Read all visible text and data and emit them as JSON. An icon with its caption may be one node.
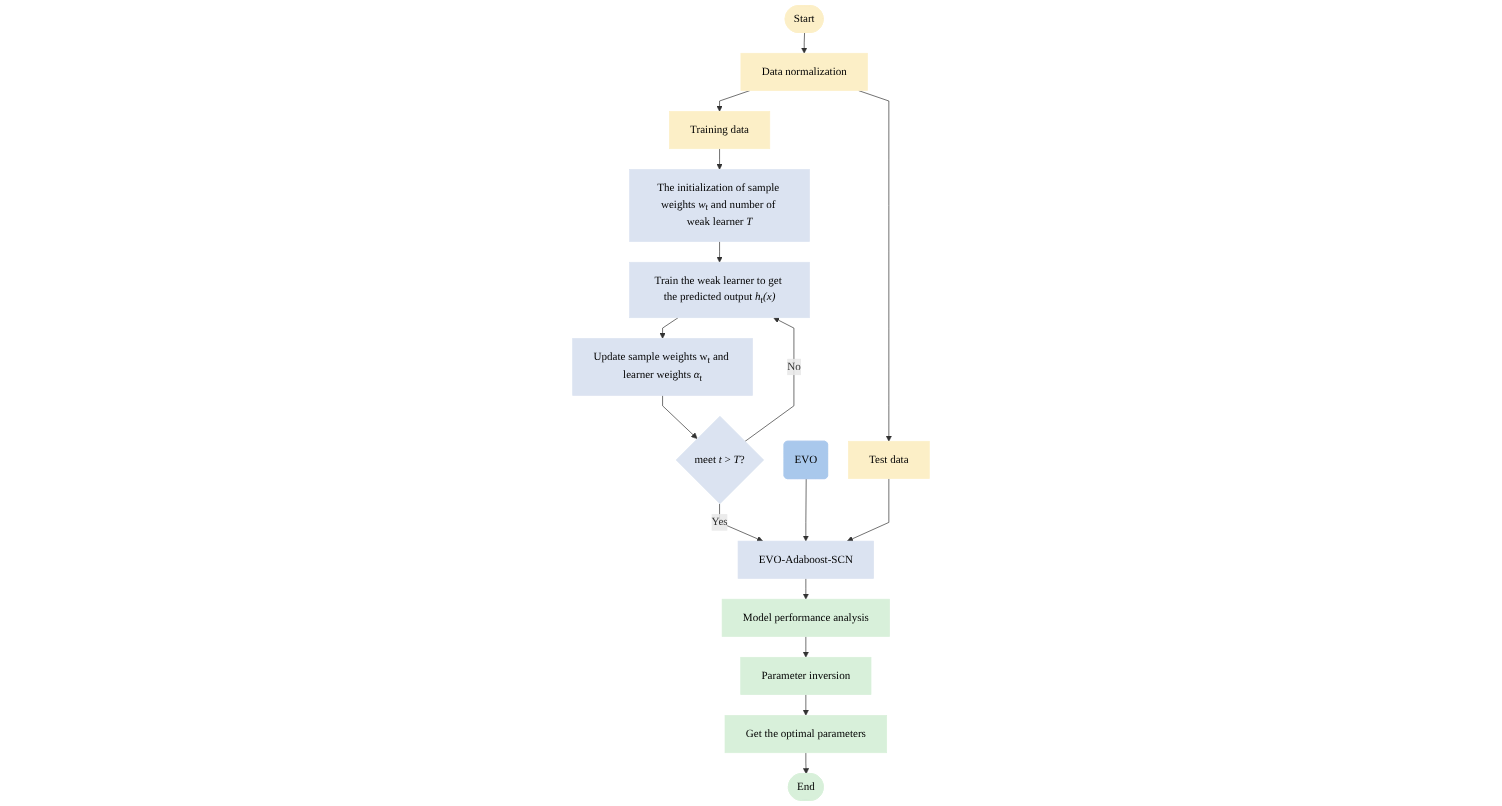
{
  "diagram": {
    "nodes": [
      {
        "text": [
          "Start"
        ]
      },
      {
        "text": [
          "Data normalization"
        ]
      },
      {
        "text": [
          "Test data"
        ]
      },
      {
        "text": [
          "Training data"
        ]
      },
      {
        "text": [
          "The initialization of sample weights *w*$_{t}$ and number of weak learner *T*"
        ]
      },
      {
        "text": [
          "Train the weak learner to get the predicted output *h*$_{t}$*(x)*"
        ]
      },
      {
        "text": [
          "Update sample weights w$_{t}$ and learner weights *α*$_{t}$"
        ]
      },
      {
        "text": [
          "meet *t* > *T*?"
        ]
      },
      {
        "text": [
          "EVO"
        ]
      },
      {
        "text": [
          "EVO-Adaboost-SCN"
        ]
      },
      {
        "text": [
          "Model performance analysis"
        ]
      },
      {
        "text": [
          "Parameter inversion"
        ]
      },
      {
        "text": [
          "Get the optimal parameters"
        ]
      },
      {
        "text": [
          "End"
        ]
      }
    ],
    "edges": [
      {
        "from": 0,
        "to": 1,
        "arrow": "to"
      },
      {
        "from": 1,
        "to": 2,
        "arrow": "to"
      },
      {
        "from": 1,
        "to": 3,
        "arrow": "to"
      },
      {
        "from": 3,
        "to": 4,
        "arrow": "to"
      },
      {
        "from": 4,
        "to": 5,
        "arrow": "to"
      },
      {
        "from": 5,
        "to": 6,
        "arrow": "to"
      },
      {
        "from": 6,
        "to": 7,
        "arrow": "to"
      },
      {
        "from": 7,
        "to": 5,
        "arrow": "to",
        "label": "No"
      },
      {
        "from": 7,
        "to": 9,
        "arrow": "to",
        "label": "Yes"
      },
      {
        "from": 8,
        "to": 9,
        "arrow": "to"
      },
      {
        "from": 2,
        "to": 9,
        "arrow": "to"
      },
      {
        "from": 9,
        "to": 10,
        "arrow": "to"
      },
      {
        "from": 10,
        "to": 11,
        "arrow": "to"
      },
      {
        "from": 11,
        "to": 12,
        "arrow": "to"
      },
      {
        "from": 12,
        "to": 13,
        "arrow": "to"
      }
    ]
  }
}
